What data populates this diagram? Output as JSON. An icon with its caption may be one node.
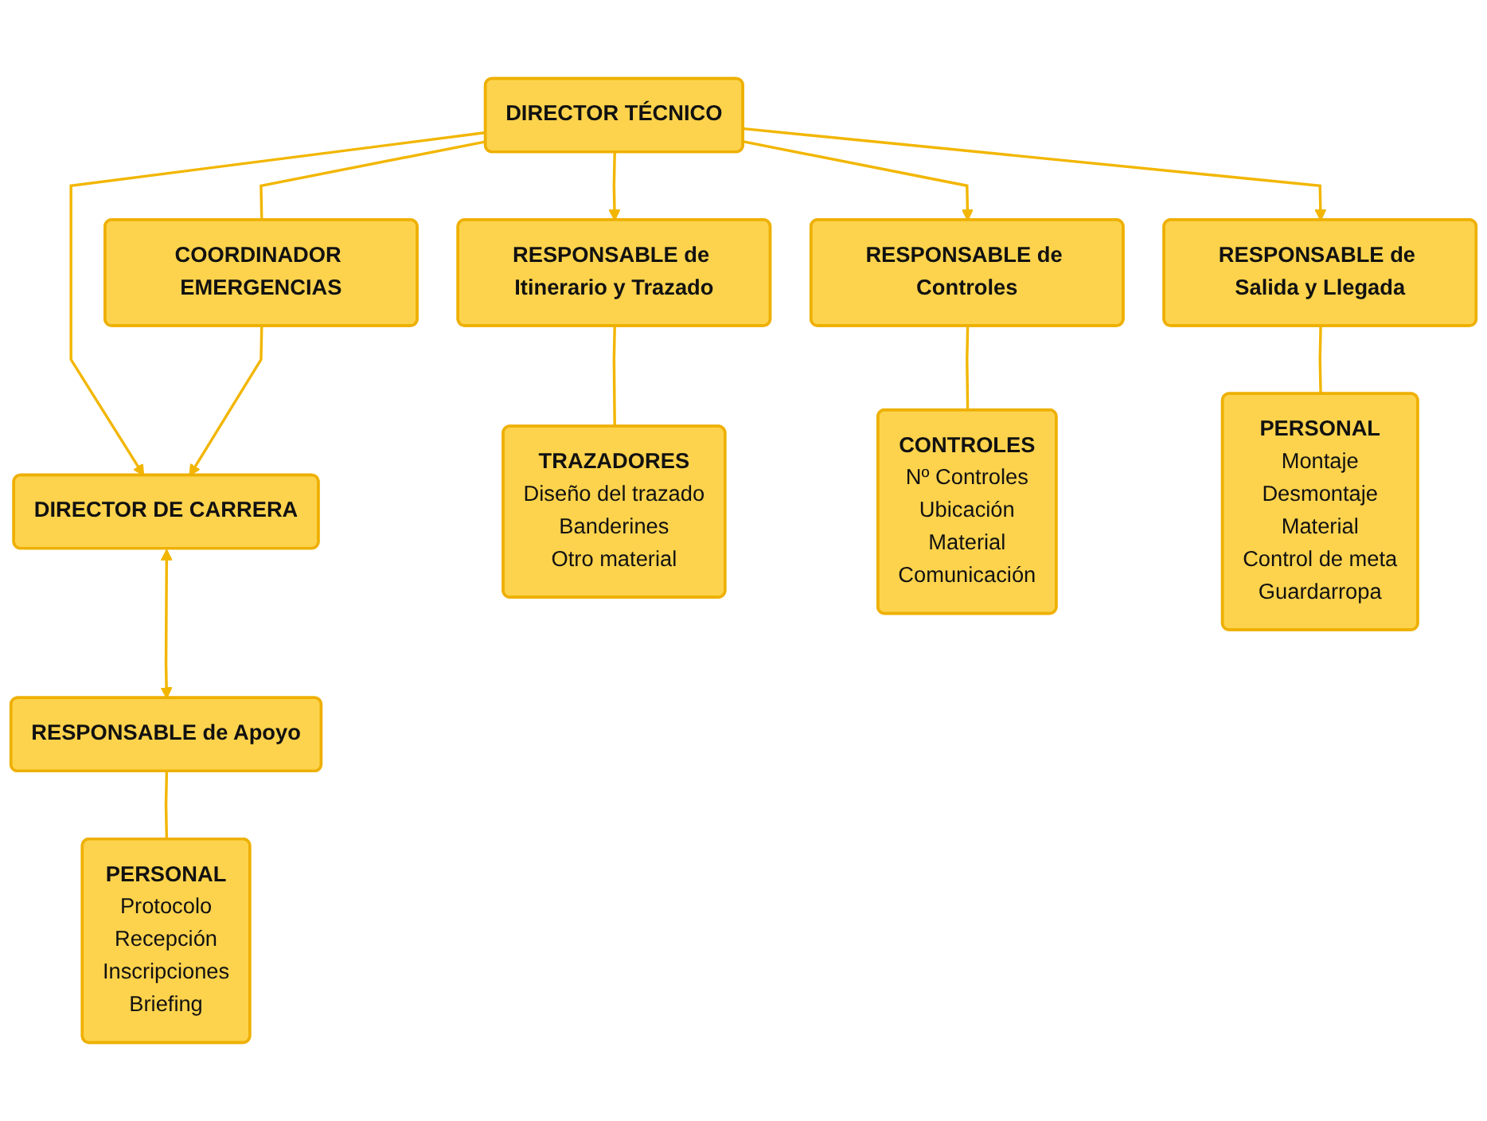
{
  "diagram": {
    "nodes": [
      {
        "text": [
          "DIRECTOR DE CARRERA"
        ]
      },
      {
        "text": [
          "DIRECTOR TÉCNICO"
        ]
      },
      {
        "text": [
          "COORDINADOR EMERGENCIAS"
        ]
      },
      {
        "text": [
          "RESPONSABLE de Itinerario y Trazado"
        ]
      },
      {
        "text": [
          "RESPONSABLE de Controles"
        ]
      },
      {
        "text": [
          "RESPONSABLE de Salida y Llegada"
        ]
      },
      {
        "text": [
          "RESPONSABLE de Apoyo"
        ]
      },
      {
        "text": [
          "TRAZADORES",
          "Diseño del trazado",
          "Banderines",
          "Otro material"
        ]
      },
      {
        "text": [
          "CONTROLES",
          "Nº Controles",
          "Ubicación",
          "Material",
          "Comunicación"
        ]
      },
      {
        "text": [
          "PERSONAL",
          "Montaje",
          "Desmontaje",
          "Material",
          "Control de meta",
          "Guardarropa"
        ]
      },
      {
        "text": [
          "PERSONAL",
          "Protocolo",
          "Recepción",
          "Inscripciones",
          "Briefing"
        ]
      }
    ],
    "edges": [
      {
        "from": 1,
        "to": 0,
        "arrow": "to"
      },
      {
        "from": 2,
        "to": 0,
        "arrow": "to"
      },
      {
        "from": 0,
        "to": 6,
        "arrow": "both"
      },
      {
        "from": 1,
        "to": 2,
        "arrow": "none"
      },
      {
        "from": 1,
        "to": 3,
        "arrow": "to"
      },
      {
        "from": 1,
        "to": 4,
        "arrow": "to"
      },
      {
        "from": 1,
        "to": 5,
        "arrow": "to"
      },
      {
        "from": 3,
        "to": 7,
        "arrow": "none"
      },
      {
        "from": 4,
        "to": 8,
        "arrow": "none"
      },
      {
        "from": 5,
        "to": 9,
        "arrow": "none"
      },
      {
        "from": 6,
        "to": 10,
        "arrow": "none"
      }
    ]
  }
}
